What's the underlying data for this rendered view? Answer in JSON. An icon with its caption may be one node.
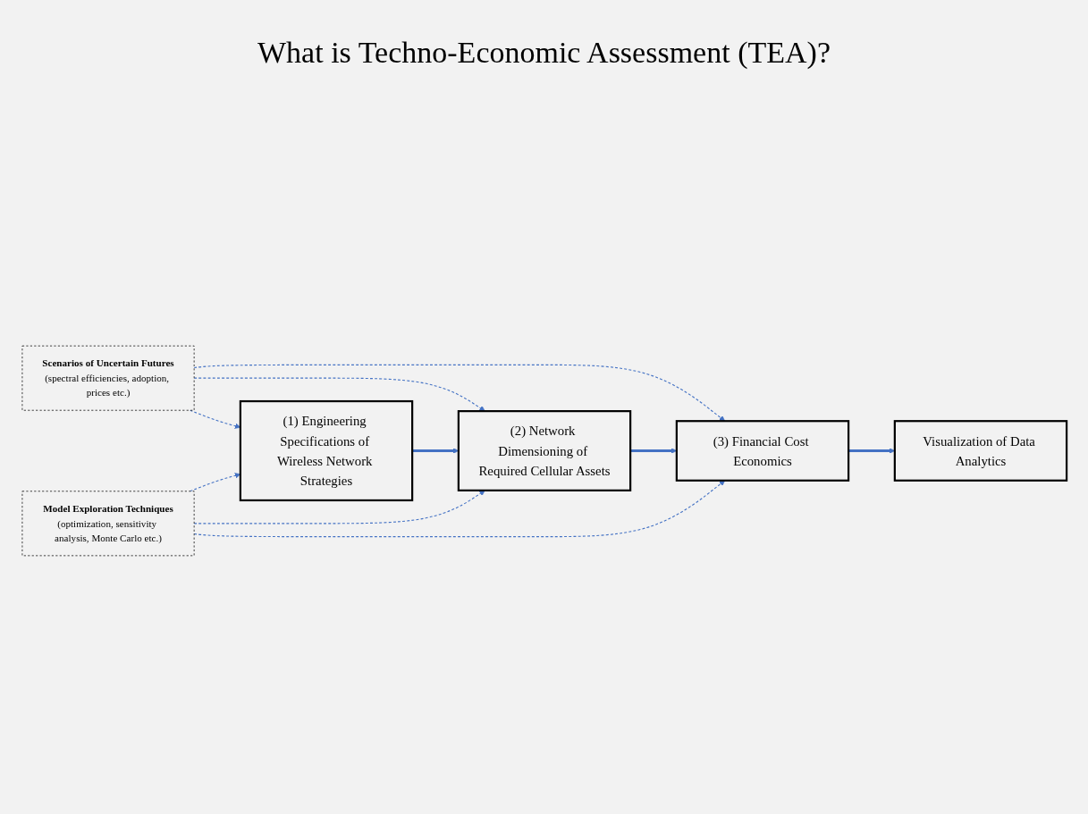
{
  "diagram": {
    "title": "What is Techno-Economic Assessment (TEA)?",
    "nodes": [
      {
        "text": [
          "Scenarios of Uncertain Futures",
          "(spectral efficiencies, adoption, prices etc.)"
        ]
      },
      {
        "text": [
          "(1) Engineering Specifications of Wireless Network Strategies"
        ]
      },
      {
        "text": [
          "(2) Network Dimensioning of Required Cellular Assets"
        ]
      },
      {
        "text": [
          "(3) Financial Cost Economics"
        ]
      },
      {
        "text": [
          "Visualization of Data Analytics"
        ]
      },
      {
        "text": [
          "Model Exploration Techniques",
          "(optimization, sensitivity analysis, Monte Carlo etc.)"
        ]
      }
    ],
    "edges": [
      {
        "from": 0,
        "to": 1,
        "arrow": "to",
        "style": "dashed"
      },
      {
        "from": 0,
        "to": 2,
        "arrow": "to",
        "style": "dashed"
      },
      {
        "from": 0,
        "to": 3,
        "arrow": "to",
        "style": "dashed"
      },
      {
        "from": 1,
        "to": 2,
        "arrow": "to",
        "style": "thick"
      },
      {
        "from": 2,
        "to": 3,
        "arrow": "to",
        "style": "thick"
      },
      {
        "from": 3,
        "to": 4,
        "arrow": "to",
        "style": "thick"
      },
      {
        "from": 5,
        "to": 1,
        "arrow": "to",
        "style": "dashed"
      },
      {
        "from": 5,
        "to": 2,
        "arrow": "to",
        "style": "dashed"
      },
      {
        "from": 5,
        "to": 3,
        "arrow": "to",
        "style": "dashed"
      }
    ]
  }
}
